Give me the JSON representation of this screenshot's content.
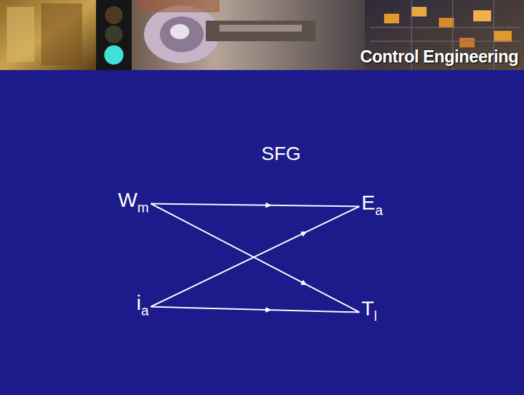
{
  "diagram": {
    "title": "SFG",
    "nodes": [
      {
        "text": [
          "Wm"
        ]
      },
      {
        "text": [
          "Ea"
        ]
      },
      {
        "text": [
          "ia"
        ]
      },
      {
        "text": [
          "Tl"
        ]
      }
    ],
    "edges": [
      {
        "from": 0,
        "to": 1,
        "arrow": "to"
      },
      {
        "from": 0,
        "to": 3,
        "arrow": "to"
      },
      {
        "from": 2,
        "to": 1,
        "arrow": "to"
      },
      {
        "from": 2,
        "to": 3,
        "arrow": "to"
      }
    ],
    "labels": [
      "Control Engineering"
    ]
  }
}
